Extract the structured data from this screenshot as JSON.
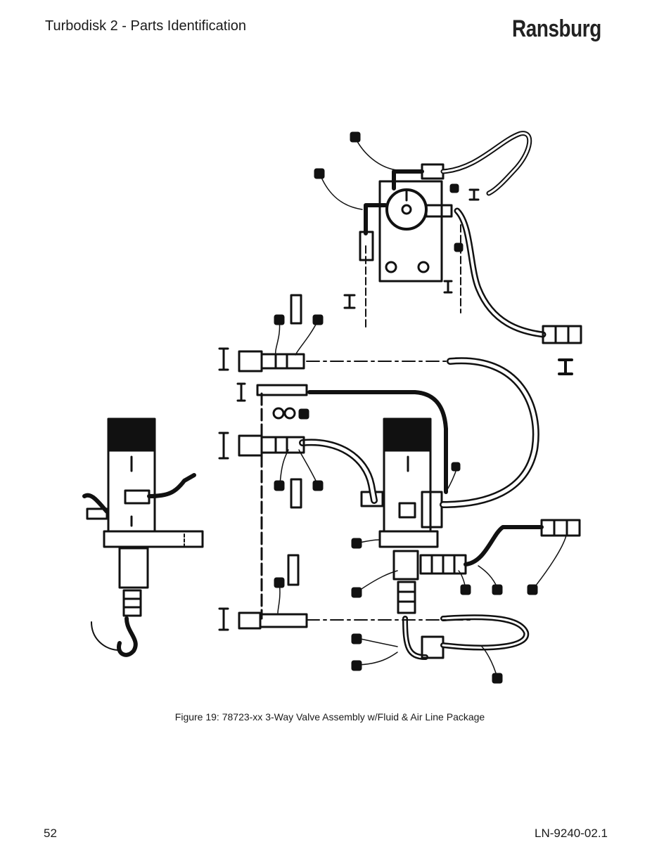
{
  "header": {
    "title": "Turbodisk 2 - Parts Identification",
    "brand": "Ransburg"
  },
  "figure": {
    "caption": "Figure 19:  78723-xx 3-Way Valve Assembly w/Fluid & Air Line Package"
  },
  "footer": {
    "page_number": "52",
    "doc_code": "LN-9240-02.1"
  }
}
